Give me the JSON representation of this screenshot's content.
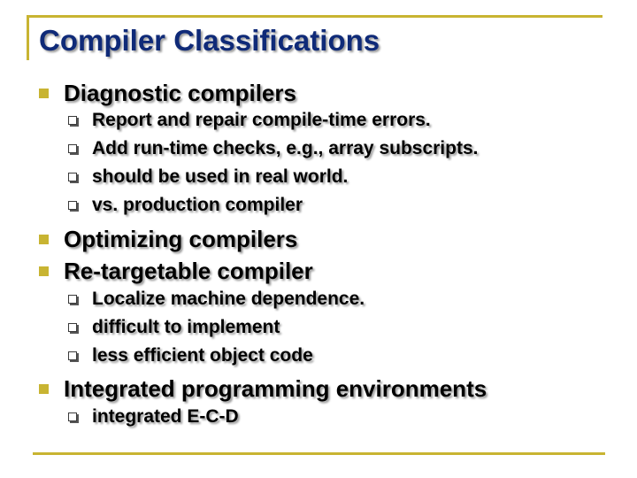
{
  "slide": {
    "title": "Compiler Classifications",
    "items": [
      {
        "label": "Diagnostic compilers",
        "subitems": [
          "Report and repair compile-time errors.",
          "Add run-time checks, e.g., array subscripts.",
          "should be used in real world.",
          "vs.  production compiler"
        ]
      },
      {
        "label": "Optimizing compilers",
        "subitems": []
      },
      {
        "label": "Re-targetable compiler",
        "subitems": [
          "Localize machine dependence.",
          "difficult to implement",
          "less efficient object code"
        ]
      },
      {
        "label": "Integrated programming environments",
        "subitems": [
          "integrated E-C-D"
        ]
      }
    ]
  },
  "colors": {
    "title": "#0f2a78",
    "accent": "#c8b432",
    "text": "#000000"
  }
}
